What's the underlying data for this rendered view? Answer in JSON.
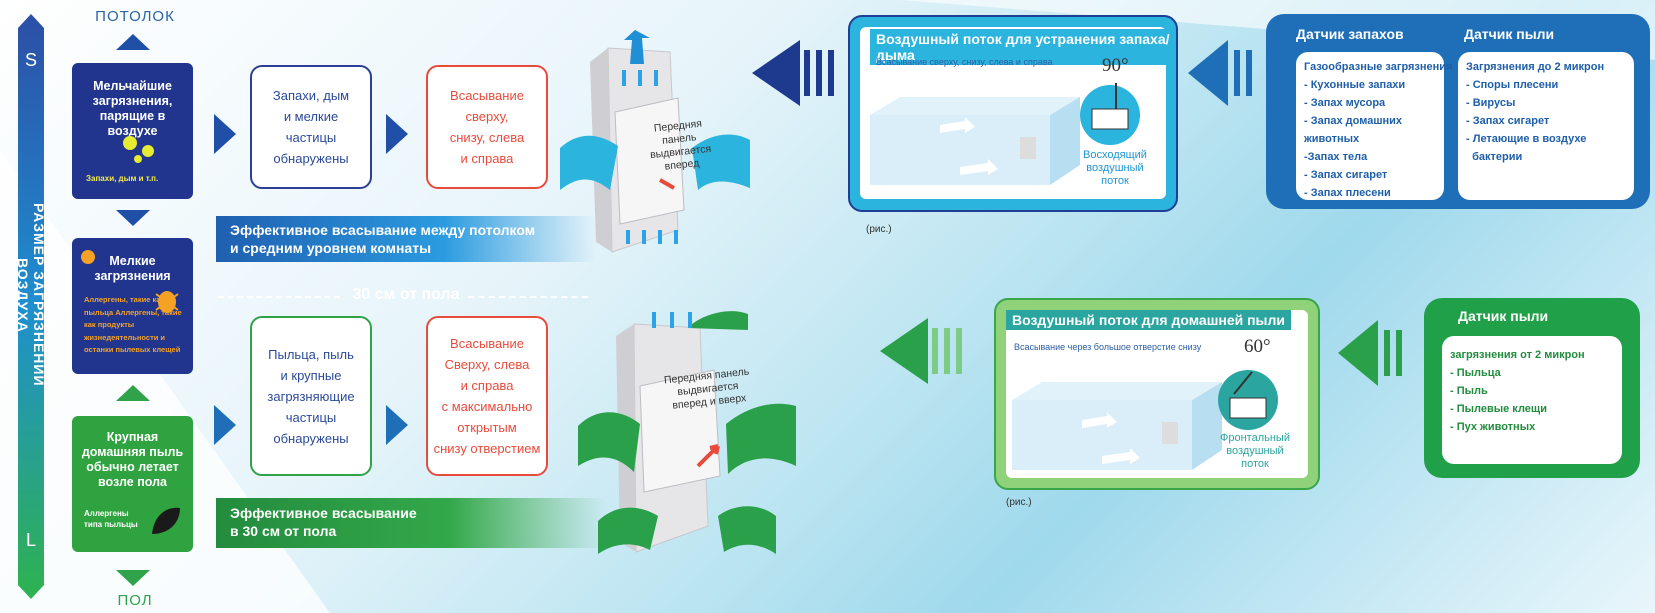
{
  "scale": {
    "label": "РАЗМЕР ЗАГРЯЗНЕНИЙ ВОЗДУХА",
    "small": "S",
    "large": "L",
    "top": "ПОТОЛОК",
    "bottom": "ПОЛ"
  },
  "pollutants": [
    {
      "title": "Мельчайшие загрязнения, парящие в воздухе",
      "note": "Запахи, дым и т.п."
    },
    {
      "title": "Мелкие загрязнения",
      "note": "Аллергены, такие как пыльца Аллергены, такие как продукты жизнедеятельности и останки пылевых клещей"
    },
    {
      "title": "Крупная домашняя пыль обычно летает возле пола",
      "note": "Аллергены типа пыльцы"
    }
  ],
  "flow_top": {
    "detected": "Запахи, дым\nи мелкие\nчастицы\nобнаружены",
    "suction": "Всасывание\nсверху,\nснизу, слева\nи справа",
    "panel": "Передняя панель\nвыдвигается\nвперед",
    "banner": "Эффективное всасывание между потолком\nи средним уровнем комнаты"
  },
  "divider": "30 см от пола",
  "flow_bottom": {
    "detected": "Пыльца, пыль\nи крупные\nзагрязняющие\nчастицы\nобнаружены",
    "suction": "Всасывание\nСверху, слева\nи справа\nс максимально\nоткрытым\nснизу отверстием",
    "panel": "Передняя панель\nвыдвигается\nвперед и вверх",
    "banner": "Эффективное всасывание\nв 30 см от пола"
  },
  "panel_odor": {
    "title": "Воздушный поток для устранения запаха/дыма",
    "subtitle": "Всасывание сверху, снизу, слева и справа",
    "angle": "90°",
    "caption": "Восходящий\nвоздушный\nпоток",
    "ref": "(рис.)"
  },
  "panel_dust": {
    "title": "Воздушный поток для домашней пыли",
    "subtitle": "Всасывание через большое отверстие снизу",
    "angle": "60°",
    "caption": "Фронтальный\nвоздушный\nпоток",
    "ref": "(рис.)"
  },
  "sensor_odor": {
    "title": "Датчик запахов",
    "heading": "Газообразные загрязнения",
    "items": [
      "- Кухонные запахи",
      "- Запах мусора",
      "- Запах домашних",
      "животных",
      "-Запах тела",
      "- Запах сигарет",
      "- Запах плесени"
    ]
  },
  "sensor_dust_small": {
    "title": "Датчик пыли",
    "heading": "Загрязнения до 2 микрон",
    "items": [
      "- Споры плесени",
      "- Вирусы",
      "- Запах сигарет",
      "- Летающие в воздухе",
      "  бактерии"
    ]
  },
  "sensor_dust_large": {
    "title": "Датчик пыли",
    "heading": "загрязнения от 2 микрон",
    "items": [
      "- Пыльца",
      "- Пыль",
      "- Пылевые клещи",
      "- Пух животных"
    ]
  },
  "colors": {
    "blue": "#1f63b6",
    "navy": "#1e2f84",
    "green": "#21a04a",
    "red": "#e84b3c",
    "cyan": "#2bb4dd"
  }
}
